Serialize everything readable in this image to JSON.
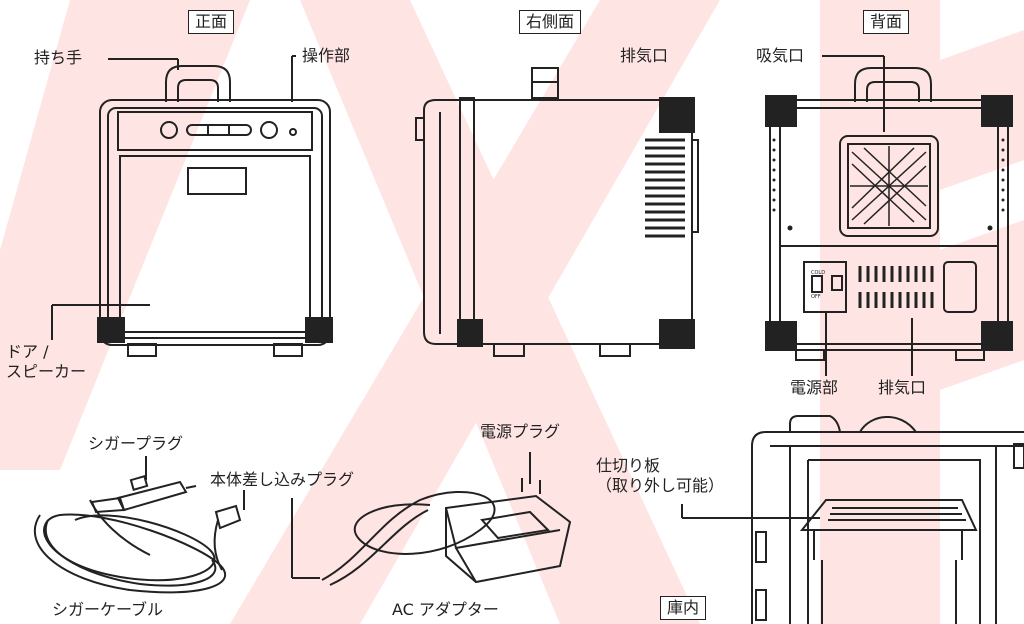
{
  "views": {
    "front": "正面",
    "right": "右側面",
    "back": "背面",
    "interior": "庫内"
  },
  "labels": {
    "handle": "持ち手",
    "control": "操作部",
    "door": "ドア /\nスピーカー",
    "exhaust_side": "排気口",
    "intake": "吸気口",
    "power": "電源部",
    "exhaust_back": "排気口",
    "cigar_plug": "シガープラグ",
    "body_plug": "本体差し込みプラグ",
    "power_plug": "電源プラグ",
    "shelf": "仕切り板\n（取り外し可能）",
    "cigar_cable": "シガーケーブル",
    "ac_adapter": "AC アダプター"
  },
  "switch_text": {
    "cold": "COLD",
    "off": "OFF"
  },
  "colors": {
    "watermark": "#ffe4e4",
    "line": "#222222"
  }
}
